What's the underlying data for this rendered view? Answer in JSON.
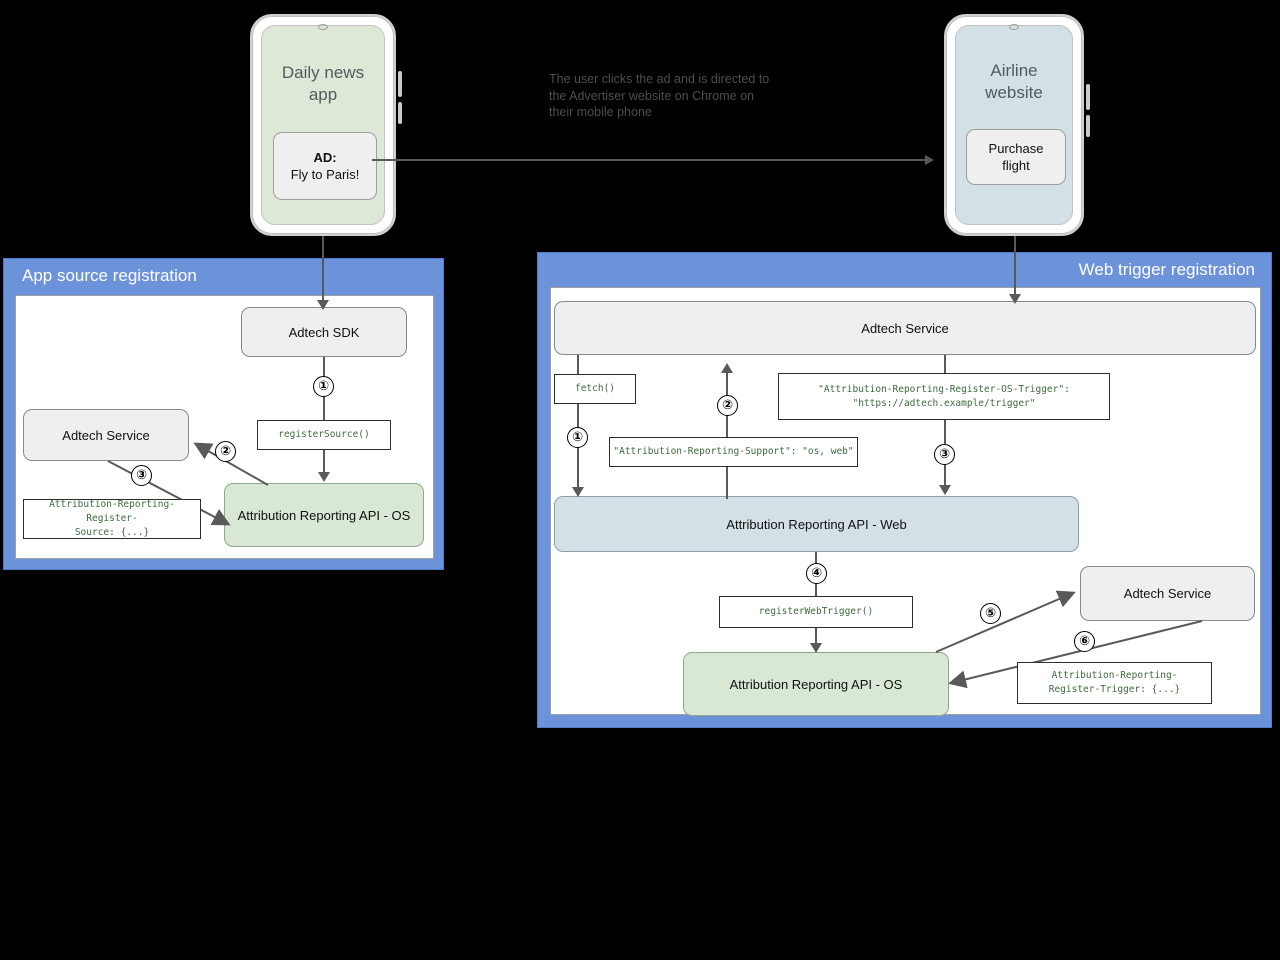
{
  "phones": [
    {
      "id": "publisher-phone",
      "title": "Daily news\napp",
      "screen_color": "#dde8d6",
      "card_line1": "AD:",
      "card_line2": "Fly to Paris!"
    },
    {
      "id": "advertiser-phone",
      "title": "Airline\nwebsite",
      "screen_color": "#d3e1e7",
      "card_line1": "Purchase",
      "card_line2": "flight"
    }
  ],
  "caption": "The user clicks the ad and is directed to\nthe Advertiser website on Chrome on\ntheir mobile phone",
  "panels": {
    "left": {
      "title": "App source registration",
      "accent": "#6c93da",
      "nodes": {
        "sdk": "Adtech SDK",
        "service": "Adtech Service",
        "os_api": "Attribution Reporting API - OS"
      },
      "codeboxes": {
        "register_source": "registerSource()",
        "register_source_header": "Attribution-Reporting-Register-\nSource: {...}"
      },
      "steps": [
        "①",
        "②",
        "③"
      ]
    },
    "right": {
      "title": "Web trigger registration",
      "accent": "#6c93da",
      "nodes": {
        "service_top": "Adtech Service",
        "web_api": "Attribution Reporting API - Web",
        "os_api": "Attribution Reporting API - OS",
        "service_bottom": "Adtech Service"
      },
      "codeboxes": {
        "fetch": "fetch()",
        "support_header": "\"Attribution-Reporting-Support\": \"os, web\"",
        "os_trigger_header": "\"Attribution-Reporting-Register-OS-Trigger\":\n\"https://adtech.example/trigger\"",
        "register_web_trigger": "registerWebTrigger()",
        "register_trigger_header": "Attribution-Reporting-\nRegister-Trigger: {...}"
      },
      "steps": [
        "①",
        "②",
        "③",
        "④",
        "⑤",
        "⑥"
      ]
    }
  },
  "colors": {
    "panel_blue": "#6c93da",
    "node_grey": "#efefef",
    "node_green": "#d8e8d4",
    "node_blue": "#d3e1e7",
    "code_text": "#3d6b3d",
    "connector": "#595959",
    "canvas": "#000000"
  }
}
